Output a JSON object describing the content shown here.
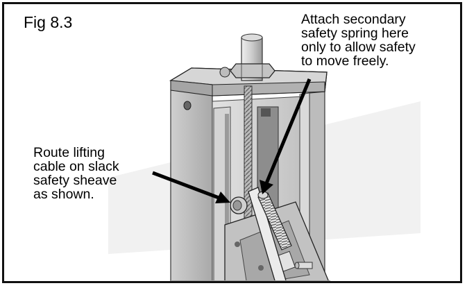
{
  "figure": {
    "label": "Fig 8.3"
  },
  "callouts": {
    "safety_spring": "Attach secondary\nsafety spring here\nonly to allow safety\nto move freely.",
    "lifting_cable": "Route lifting\ncable on slack\nsafety sheave\nas shown."
  },
  "colors": {
    "border": "#111111",
    "metal_light": "#d8d8d8",
    "metal_mid": "#b8b8b8",
    "metal_dark": "#7a7a7a",
    "arrow": "#000000"
  }
}
